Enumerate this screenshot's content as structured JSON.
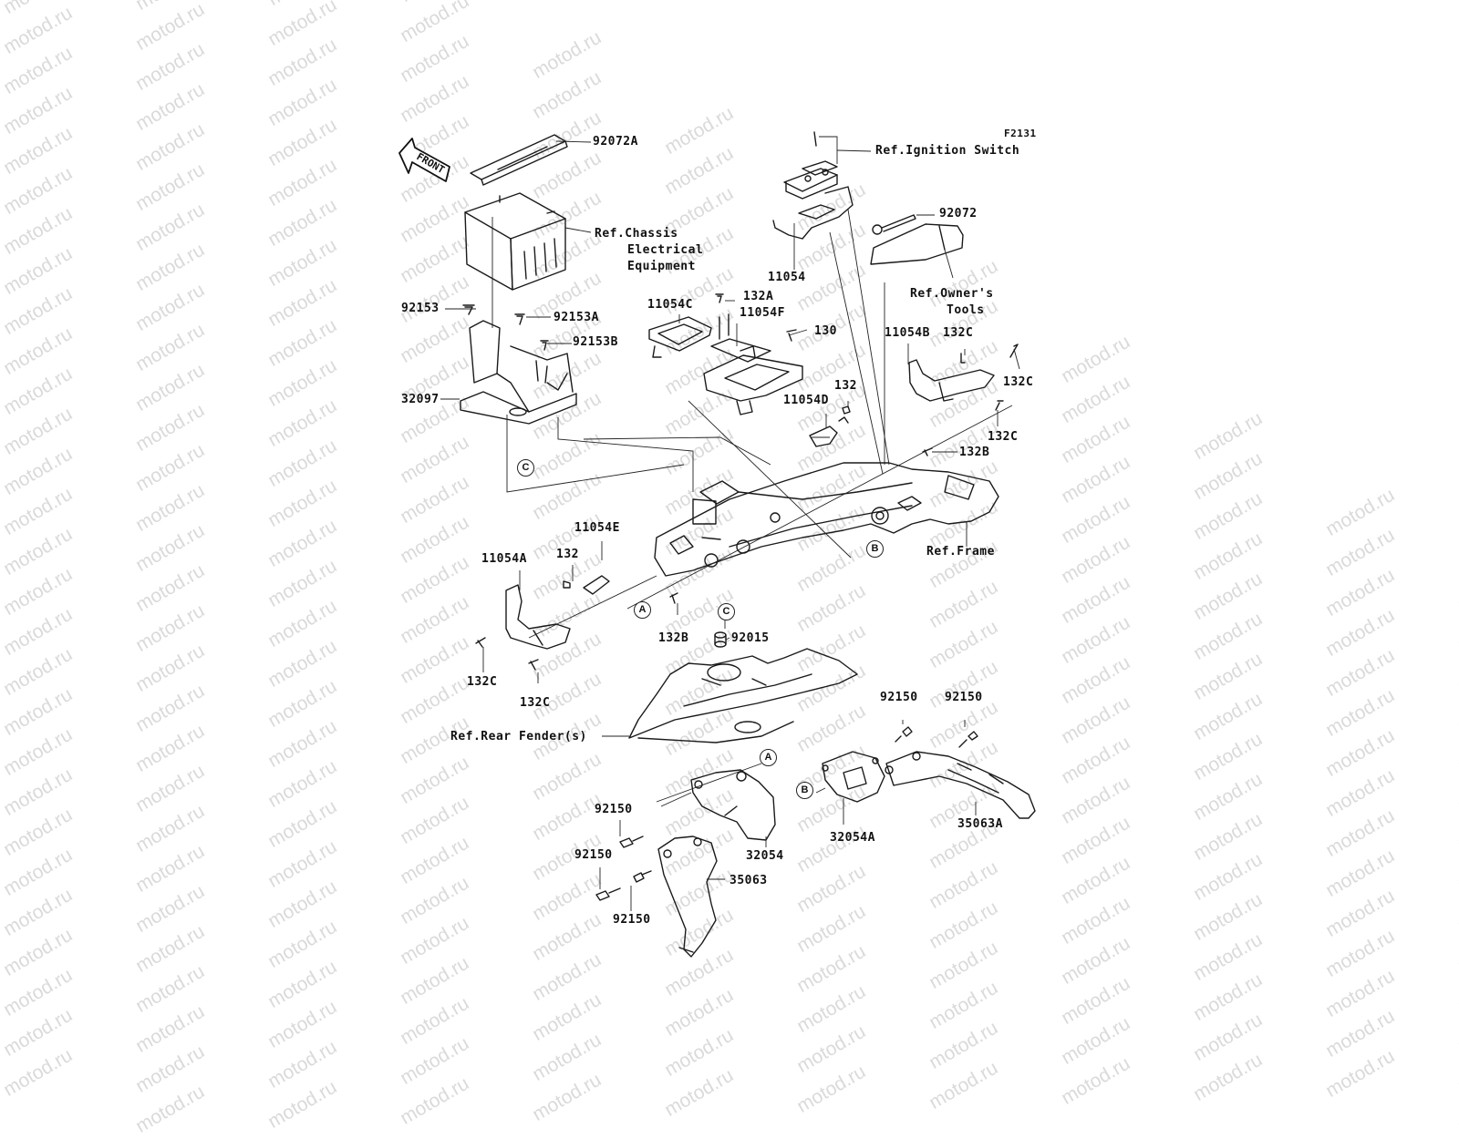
{
  "watermark": {
    "text": "motod.ru"
  },
  "figure_code": "F2131",
  "front_arrow": {
    "label": "FRONT"
  },
  "callouts": [
    {
      "id": "92072A",
      "text": "92072A"
    },
    {
      "id": "ref-chassis-1",
      "text": "Ref.Chassis"
    },
    {
      "id": "ref-chassis-2",
      "text": "Electrical"
    },
    {
      "id": "ref-chassis-3",
      "text": "Equipment"
    },
    {
      "id": "92153",
      "text": "92153"
    },
    {
      "id": "92153A",
      "text": "92153A"
    },
    {
      "id": "92153B",
      "text": "92153B"
    },
    {
      "id": "32097",
      "text": "32097"
    },
    {
      "id": "ref-ignition",
      "text": "Ref.Ignition Switch"
    },
    {
      "id": "92072",
      "text": "92072"
    },
    {
      "id": "11054",
      "text": "11054"
    },
    {
      "id": "ref-owner-1",
      "text": "Ref.Owner's"
    },
    {
      "id": "ref-owner-2",
      "text": "Tools"
    },
    {
      "id": "11054C",
      "text": "11054C"
    },
    {
      "id": "132A",
      "text": "132A"
    },
    {
      "id": "11054F",
      "text": "11054F"
    },
    {
      "id": "130",
      "text": "130"
    },
    {
      "id": "11054B",
      "text": "11054B"
    },
    {
      "id": "132C-top",
      "text": "132C"
    },
    {
      "id": "132C-right1",
      "text": "132C"
    },
    {
      "id": "132C-right2",
      "text": "132C"
    },
    {
      "id": "132-mid",
      "text": "132"
    },
    {
      "id": "11054D",
      "text": "11054D"
    },
    {
      "id": "132B-right",
      "text": "132B"
    },
    {
      "id": "ref-frame",
      "text": "Ref.Frame"
    },
    {
      "id": "11054E",
      "text": "11054E"
    },
    {
      "id": "11054A",
      "text": "11054A"
    },
    {
      "id": "132-left",
      "text": "132"
    },
    {
      "id": "132B-mid",
      "text": "132B"
    },
    {
      "id": "92015",
      "text": "92015"
    },
    {
      "id": "132C-left1",
      "text": "132C"
    },
    {
      "id": "132C-left2",
      "text": "132C"
    },
    {
      "id": "ref-rear-fender",
      "text": "Ref.Rear Fender(s)"
    },
    {
      "id": "92150-a",
      "text": "92150"
    },
    {
      "id": "92150-b",
      "text": "92150"
    },
    {
      "id": "92150-c",
      "text": "92150"
    },
    {
      "id": "92150-d",
      "text": "92150"
    },
    {
      "id": "92150-e",
      "text": "92150"
    },
    {
      "id": "32054",
      "text": "32054"
    },
    {
      "id": "32054A",
      "text": "32054A"
    },
    {
      "id": "35063",
      "text": "35063"
    },
    {
      "id": "35063A",
      "text": "35063A"
    }
  ],
  "markers": [
    {
      "id": "C-top",
      "letter": "C"
    },
    {
      "id": "B-frame",
      "letter": "B"
    },
    {
      "id": "A-frame",
      "letter": "A"
    },
    {
      "id": "C-collar",
      "letter": "C"
    },
    {
      "id": "A-bracket",
      "letter": "A"
    },
    {
      "id": "B-bracket",
      "letter": "B"
    }
  ]
}
